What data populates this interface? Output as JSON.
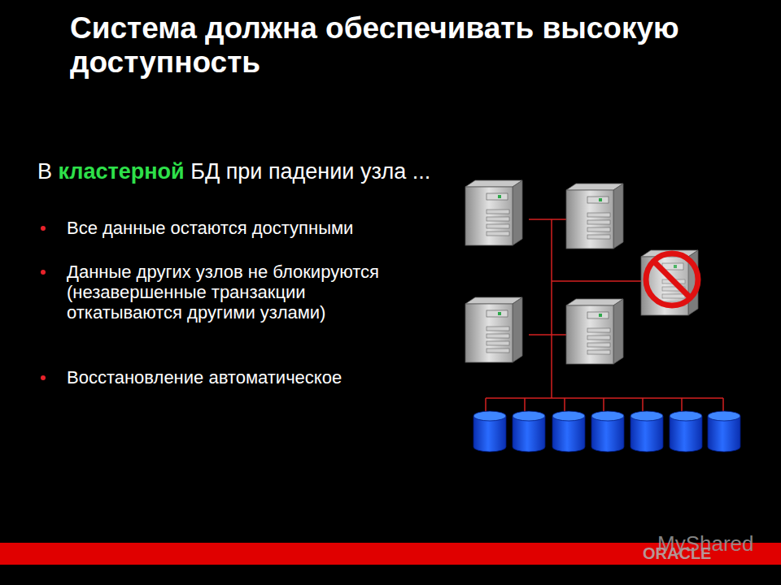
{
  "diagram": {
    "title": "Система должна обеспечивать высокую доступность",
    "labels": [
      "В",
      "кластерной",
      "БД при падении узла ...",
      "Все данные остаются доступными",
      "Данные других узлов не блокируются (незавершенные транзакции откатываются другими узлами)",
      "Восстановление автоматическое",
      "ORACLE",
      "MyShared"
    ]
  }
}
